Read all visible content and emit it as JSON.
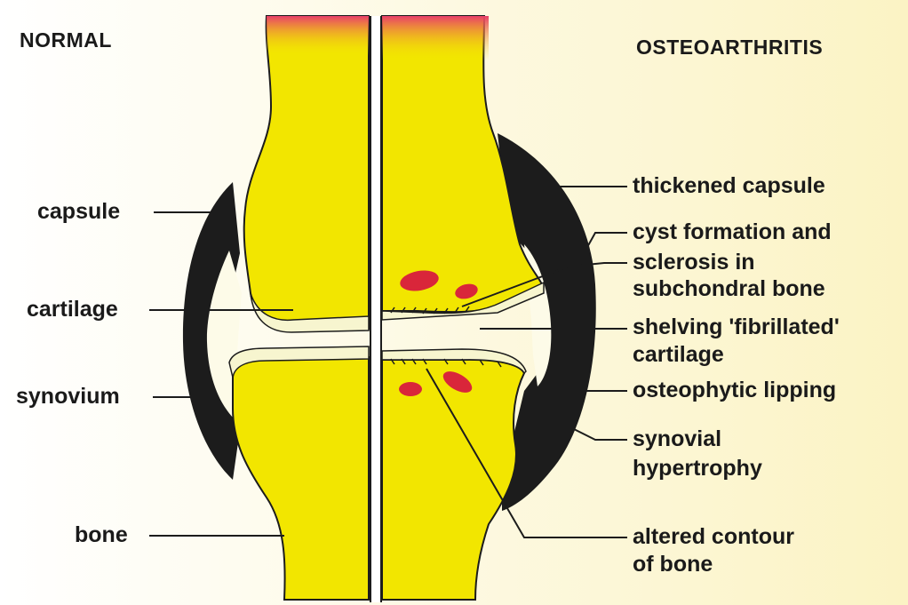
{
  "headings": {
    "normal": "NORMAL",
    "osteoarthritis": "OSTEOARTHRITIS"
  },
  "labels_normal": {
    "capsule": "capsule",
    "cartilage": "cartilage",
    "synovium": "synovium",
    "bone": "bone"
  },
  "labels_oa": {
    "thickened_capsule": "thickened capsule",
    "cyst_line1": "cyst formation and",
    "cyst_line2": "sclerosis in",
    "cyst_line3": "subchondral bone",
    "shelving_line1": "shelving 'fibrillated'",
    "shelving_line2": "cartilage",
    "osteophytic": "osteophytic lipping",
    "synovial_line1": "synovial",
    "synovial_line2": "hypertrophy",
    "altered_line1": "altered contour",
    "altered_line2": "of bone"
  },
  "colors": {
    "bone": "#f2e600",
    "capsule": "#1c1c1c",
    "cartilage": "#f7f5cf",
    "cyst": "#d9263a",
    "marrow_top": "#e8406a",
    "background": "#fdfbe8"
  }
}
